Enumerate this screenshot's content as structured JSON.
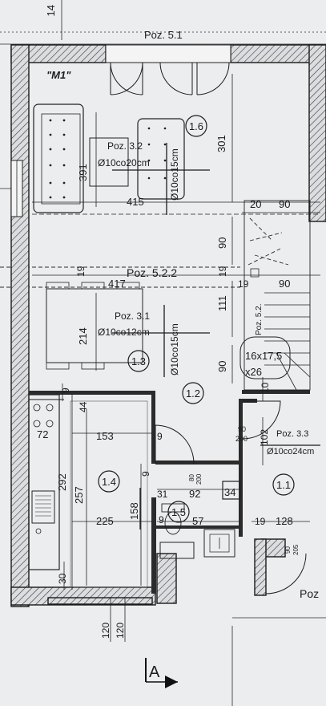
{
  "rooms": [
    {
      "id": "1.6",
      "label": "1.6"
    },
    {
      "id": "1.3",
      "label": "1.3"
    },
    {
      "id": "1.2",
      "label": "1.2"
    },
    {
      "id": "1.4",
      "label": "1.4"
    },
    {
      "id": "1.5",
      "label": "1.5"
    },
    {
      "id": "1.1",
      "label": "1.1"
    }
  ],
  "unit_label": "\"M1\"",
  "section_label": "A",
  "position_labels": {
    "poz_5_1": "Poz. 5.1",
    "poz_3_2": "Poz. 3.2",
    "poz_3_2_spec": "Ø10co20cm",
    "poz_3_2_spec2": "Ø10co15cm",
    "poz_5_2_2": "Poz. 5.2.2",
    "poz_3_1": "Poz. 3.1",
    "poz_3_1_spec": "Ø10co12cm",
    "poz_3_1_spec2": "Ø10co15cm",
    "poz_3_3": "Poz. 3.3",
    "poz_3_3_spec": "Ø10co24cm",
    "poz_5_2_x": "Poz. 5.2.",
    "poz_edge": "Poz"
  },
  "dimensions": {
    "top_left": "14",
    "d391": "391",
    "d301": "301",
    "d415": "415",
    "d20": "20",
    "d90a": "90",
    "d90b": "90",
    "d19a": "19",
    "d19b": "19",
    "d19c": "19",
    "d417": "417",
    "d90c": "90",
    "d214": "214",
    "d111": "111",
    "d90d": "90",
    "d9a": "9",
    "d44": "44",
    "d10": "10",
    "d72": "72",
    "d153": "153",
    "d9b": "9",
    "door_90_200": "90",
    "door_90_200_b": "200",
    "d102": "102",
    "d292": "292",
    "d257": "257",
    "d9c": "9",
    "d80": "80",
    "d200": "200",
    "d31": "31",
    "d92": "92",
    "d34": "34",
    "d158": "158",
    "d225": "225",
    "d9d": "9",
    "d57": "57",
    "d19d": "19",
    "d128": "128",
    "d90e": "90",
    "d205": "205",
    "d30": "30",
    "d120a": "120",
    "d120b": "120"
  },
  "stairs": {
    "count": "16x17,5",
    "count2": "x26"
  },
  "colors": {
    "paper": "#ecedef",
    "ink": "#1c1c1c"
  }
}
